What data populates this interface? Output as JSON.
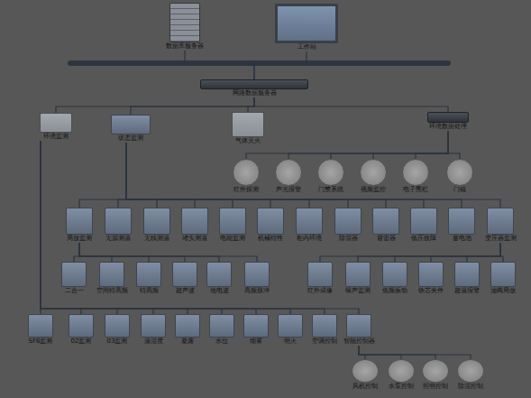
{
  "diagram": {
    "nodes": [
      {
        "text": [
          "数据库服务器"
        ]
      },
      {
        "text": [
          "工作站"
        ]
      },
      {
        "text": [
          "网路数据服务器"
        ]
      },
      {
        "text": [
          "环境监测"
        ]
      },
      {
        "text": [
          "状态监测"
        ]
      },
      {
        "text": [
          "气体灭火"
        ]
      },
      {
        "text": [
          "环境数据处理"
        ]
      },
      {
        "text": [
          "红外探测"
        ]
      },
      {
        "text": [
          "声光报警"
        ]
      },
      {
        "text": [
          "门禁系统"
        ]
      },
      {
        "text": [
          "视频监控"
        ]
      },
      {
        "text": [
          "电子围栏"
        ]
      },
      {
        "text": [
          "门磁"
        ]
      },
      {
        "text": [
          "局放监测"
        ]
      },
      {
        "text": [
          "无源测温"
        ]
      },
      {
        "text": [
          "无线测温"
        ]
      },
      {
        "text": [
          "堵头测温"
        ]
      },
      {
        "text": [
          "电能监测"
        ]
      },
      {
        "text": [
          "机械特性"
        ]
      },
      {
        "text": [
          "柜内环境"
        ]
      },
      {
        "text": [
          "除湿器"
        ]
      },
      {
        "text": [
          "避雷器"
        ]
      },
      {
        "text": [
          "低压故障"
        ]
      },
      {
        "text": [
          "蓄电池"
        ]
      },
      {
        "text": [
          "变压器监测"
        ]
      },
      {
        "text": [
          "二合一"
        ]
      },
      {
        "text": [
          "空间特高频"
        ]
      },
      {
        "text": [
          "特高频"
        ]
      },
      {
        "text": [
          "超声波"
        ]
      },
      {
        "text": [
          "地电波"
        ]
      },
      {
        "text": [
          "高频脉冲"
        ]
      },
      {
        "text": [
          "红外成像"
        ]
      },
      {
        "text": [
          "噪声监测"
        ]
      },
      {
        "text": [
          "低频振动"
        ]
      },
      {
        "text": [
          "铁芯夹件"
        ]
      },
      {
        "text": [
          "超温报警"
        ]
      },
      {
        "text": [
          "油阀局放"
        ]
      },
      {
        "text": [
          "SF6监测"
        ]
      },
      {
        "text": [
          "02监测"
        ]
      },
      {
        "text": [
          "03监测"
        ]
      },
      {
        "text": [
          "温湿度"
        ]
      },
      {
        "text": [
          "凝露"
        ]
      },
      {
        "text": [
          "水位"
        ]
      },
      {
        "text": [
          "烟雾"
        ]
      },
      {
        "text": [
          "明火"
        ]
      },
      {
        "text": [
          "空调控制"
        ]
      },
      {
        "text": [
          "智能控制器"
        ]
      },
      {
        "text": [
          "风机控制"
        ]
      },
      {
        "text": [
          "水泵控制"
        ]
      },
      {
        "text": [
          "照明控制"
        ]
      },
      {
        "text": [
          "除湿控制"
        ]
      }
    ],
    "edges": [
      {
        "from": 2,
        "to": 0,
        "arrow": "none"
      },
      {
        "from": 2,
        "to": 1,
        "arrow": "none"
      },
      {
        "from": 2,
        "to": 3,
        "arrow": "none"
      },
      {
        "from": 2,
        "to": 4,
        "arrow": "none"
      },
      {
        "from": 2,
        "to": 5,
        "arrow": "none"
      },
      {
        "from": 2,
        "to": 6,
        "arrow": "none"
      },
      {
        "from": 6,
        "to": 7,
        "arrow": "none"
      },
      {
        "from": 6,
        "to": 8,
        "arrow": "none"
      },
      {
        "from": 6,
        "to": 9,
        "arrow": "none"
      },
      {
        "from": 6,
        "to": 10,
        "arrow": "none"
      },
      {
        "from": 6,
        "to": 11,
        "arrow": "none"
      },
      {
        "from": 6,
        "to": 12,
        "arrow": "none"
      },
      {
        "from": 4,
        "to": 13,
        "arrow": "none"
      },
      {
        "from": 4,
        "to": 14,
        "arrow": "none"
      },
      {
        "from": 4,
        "to": 15,
        "arrow": "none"
      },
      {
        "from": 4,
        "to": 16,
        "arrow": "none"
      },
      {
        "from": 4,
        "to": 17,
        "arrow": "none"
      },
      {
        "from": 4,
        "to": 18,
        "arrow": "none"
      },
      {
        "from": 4,
        "to": 19,
        "arrow": "none"
      },
      {
        "from": 4,
        "to": 20,
        "arrow": "none"
      },
      {
        "from": 4,
        "to": 21,
        "arrow": "none"
      },
      {
        "from": 4,
        "to": 22,
        "arrow": "none"
      },
      {
        "from": 4,
        "to": 23,
        "arrow": "none"
      },
      {
        "from": 4,
        "to": 24,
        "arrow": "none"
      },
      {
        "from": 13,
        "to": 25,
        "arrow": "none"
      },
      {
        "from": 13,
        "to": 26,
        "arrow": "none"
      },
      {
        "from": 13,
        "to": 27,
        "arrow": "none"
      },
      {
        "from": 13,
        "to": 28,
        "arrow": "none"
      },
      {
        "from": 13,
        "to": 29,
        "arrow": "none"
      },
      {
        "from": 13,
        "to": 30,
        "arrow": "none"
      },
      {
        "from": 24,
        "to": 31,
        "arrow": "none"
      },
      {
        "from": 24,
        "to": 32,
        "arrow": "none"
      },
      {
        "from": 24,
        "to": 33,
        "arrow": "none"
      },
      {
        "from": 24,
        "to": 34,
        "arrow": "none"
      },
      {
        "from": 24,
        "to": 35,
        "arrow": "none"
      },
      {
        "from": 24,
        "to": 36,
        "arrow": "none"
      },
      {
        "from": 3,
        "to": 37,
        "arrow": "none"
      },
      {
        "from": 3,
        "to": 38,
        "arrow": "none"
      },
      {
        "from": 3,
        "to": 39,
        "arrow": "none"
      },
      {
        "from": 3,
        "to": 40,
        "arrow": "none"
      },
      {
        "from": 3,
        "to": 41,
        "arrow": "none"
      },
      {
        "from": 3,
        "to": 42,
        "arrow": "none"
      },
      {
        "from": 3,
        "to": 43,
        "arrow": "none"
      },
      {
        "from": 3,
        "to": 44,
        "arrow": "none"
      },
      {
        "from": 3,
        "to": 45,
        "arrow": "none"
      },
      {
        "from": 3,
        "to": 46,
        "arrow": "none"
      },
      {
        "from": 46,
        "to": 47,
        "arrow": "none"
      },
      {
        "from": 46,
        "to": 48,
        "arrow": "none"
      },
      {
        "from": 46,
        "to": 49,
        "arrow": "none"
      },
      {
        "from": 46,
        "to": 50,
        "arrow": "none"
      }
    ]
  }
}
